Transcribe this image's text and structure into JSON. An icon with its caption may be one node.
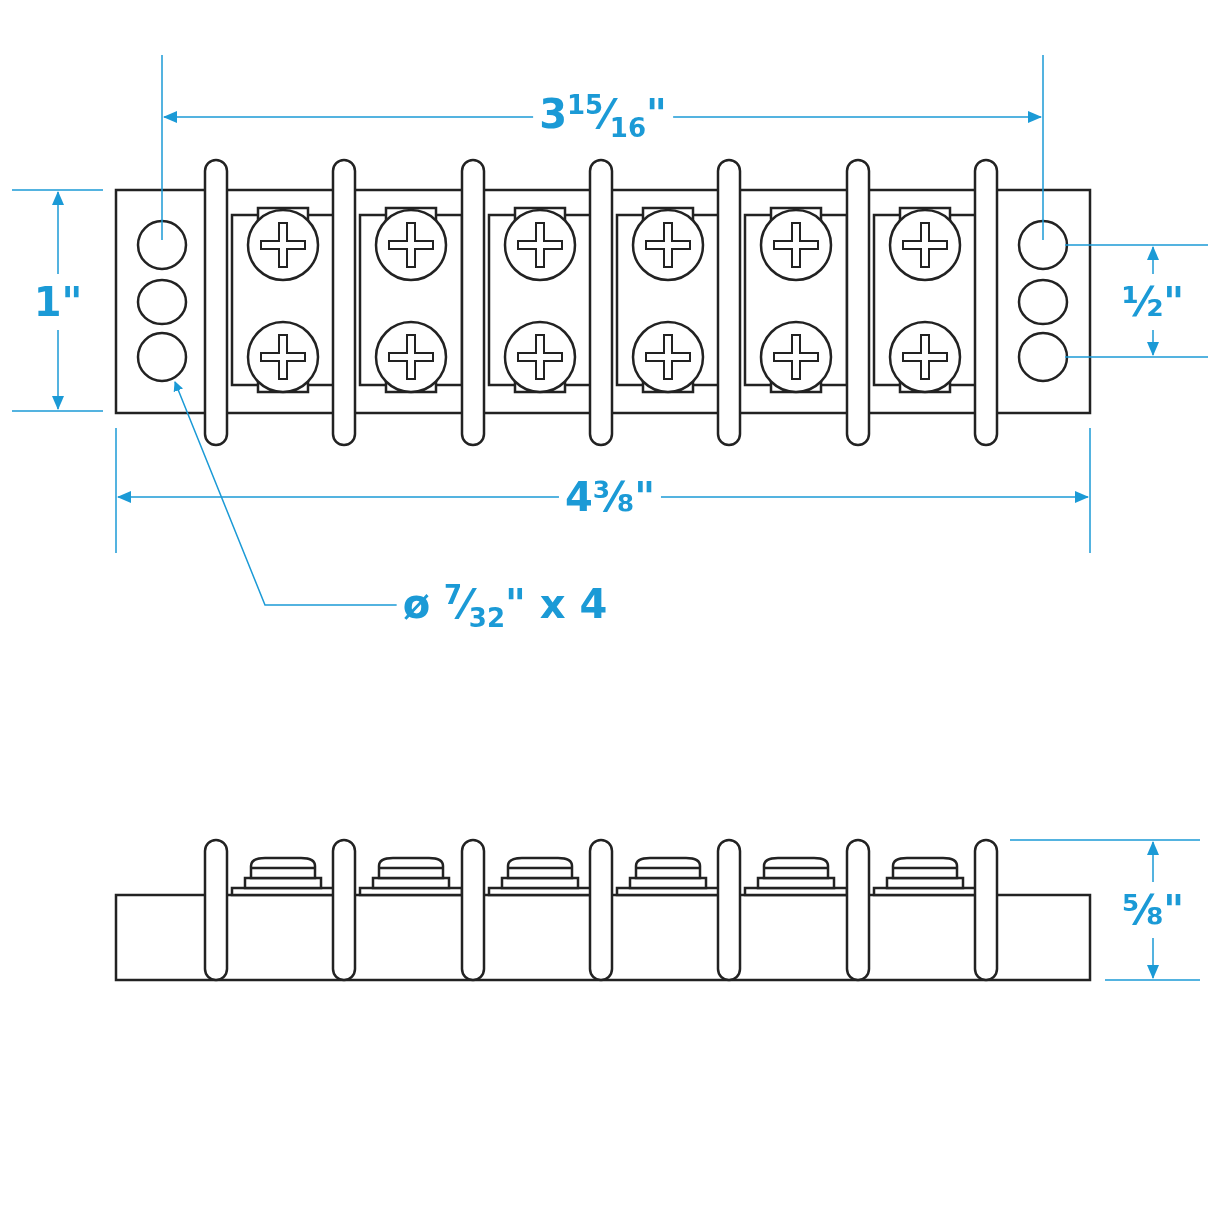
{
  "diagram": {
    "nodes": [
      {
        "text": [],
        "shape": "circle"
      },
      {
        "text": [
          "ø $^{7}$⁄$_{32}$\" x 4"
        ]
      }
    ],
    "edges": [
      {
        "from": 1,
        "to": 0,
        "arrow": "to"
      }
    ],
    "labels": [
      "3$^{15}$⁄$_{16}$\"",
      "1\"",
      "½\"",
      "4⅜\"",
      "⅝\""
    ]
  }
}
